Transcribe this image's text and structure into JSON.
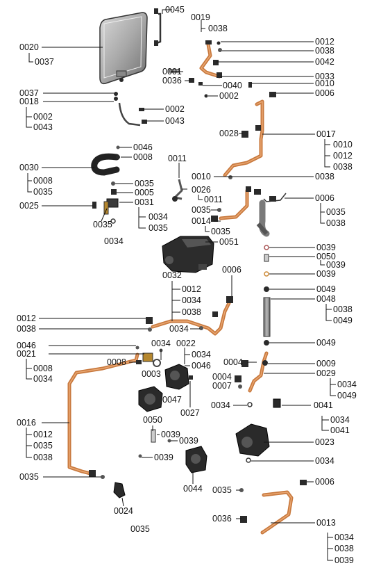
{
  "labels": [
    {
      "id": "l0045a",
      "text": "0045"
    },
    {
      "id": "l0019",
      "text": "0019"
    },
    {
      "id": "l0038a",
      "text": "0038"
    },
    {
      "id": "l0012a",
      "text": "0012"
    },
    {
      "id": "l0038b",
      "text": "0038"
    },
    {
      "id": "l0042",
      "text": "0042"
    },
    {
      "id": "l0033",
      "text": "0033"
    },
    {
      "id": "l0010a",
      "text": "0010"
    },
    {
      "id": "l0006a",
      "text": "0006"
    },
    {
      "id": "l0020",
      "text": "0020"
    },
    {
      "id": "l0037a",
      "text": "0037"
    },
    {
      "id": "l0001",
      "text": "0001"
    },
    {
      "id": "l0036a",
      "text": "0036"
    },
    {
      "id": "l0040",
      "text": "0040"
    },
    {
      "id": "l0002a",
      "text": "0002"
    },
    {
      "id": "l0037b",
      "text": "0037"
    },
    {
      "id": "l0018",
      "text": "0018"
    },
    {
      "id": "l0002b",
      "text": "0002"
    },
    {
      "id": "l0043a",
      "text": "0043"
    },
    {
      "id": "l0002c",
      "text": "0002"
    },
    {
      "id": "l0043b",
      "text": "0043"
    },
    {
      "id": "l0028",
      "text": "0028"
    },
    {
      "id": "l0017",
      "text": "0017"
    },
    {
      "id": "l0010b",
      "text": "0010"
    },
    {
      "id": "l0012b",
      "text": "0012"
    },
    {
      "id": "l0038c",
      "text": "0038"
    },
    {
      "id": "l0046a",
      "text": "0046"
    },
    {
      "id": "l0008a",
      "text": "0008"
    },
    {
      "id": "l0030",
      "text": "0030"
    },
    {
      "id": "l0011a",
      "text": "0011"
    },
    {
      "id": "l0008b",
      "text": "0008"
    },
    {
      "id": "l0035a",
      "text": "0035"
    },
    {
      "id": "l0010c",
      "text": "0010"
    },
    {
      "id": "l0038d",
      "text": "0038"
    },
    {
      "id": "l0035b",
      "text": "0035"
    },
    {
      "id": "l0005",
      "text": "0005"
    },
    {
      "id": "l0026",
      "text": "0026"
    },
    {
      "id": "l0011b",
      "text": "0011"
    },
    {
      "id": "l0006b",
      "text": "0006"
    },
    {
      "id": "l0025",
      "text": "0025"
    },
    {
      "id": "l0031",
      "text": "0031"
    },
    {
      "id": "l0035c",
      "text": "0035"
    },
    {
      "id": "l0035d",
      "text": "0035"
    },
    {
      "id": "l0038e",
      "text": "0038"
    },
    {
      "id": "l0035e",
      "text": "0035"
    },
    {
      "id": "l0034a",
      "text": "0034"
    },
    {
      "id": "l0014",
      "text": "0014"
    },
    {
      "id": "l0035f",
      "text": "0035"
    },
    {
      "id": "l0035g",
      "text": "0035"
    },
    {
      "id": "l0034b",
      "text": "0034"
    },
    {
      "id": "l0051",
      "text": "0051"
    },
    {
      "id": "l0039a",
      "text": "0039"
    },
    {
      "id": "l0050a",
      "text": "0050"
    },
    {
      "id": "l0039b",
      "text": "0039"
    },
    {
      "id": "l0006c",
      "text": "0006"
    },
    {
      "id": "l0039c",
      "text": "0039"
    },
    {
      "id": "l0032",
      "text": "0032"
    },
    {
      "id": "l0012c",
      "text": "0012"
    },
    {
      "id": "l0049a",
      "text": "0049"
    },
    {
      "id": "l0034c",
      "text": "0034"
    },
    {
      "id": "l0048",
      "text": "0048"
    },
    {
      "id": "l0038f",
      "text": "0038"
    },
    {
      "id": "l0038g",
      "text": "0038"
    },
    {
      "id": "l0012d",
      "text": "0012"
    },
    {
      "id": "l0049b",
      "text": "0049"
    },
    {
      "id": "l0038h",
      "text": "0038"
    },
    {
      "id": "l0034d",
      "text": "0034"
    },
    {
      "id": "l0034e",
      "text": "0034"
    },
    {
      "id": "l0022",
      "text": "0022"
    },
    {
      "id": "l0049c",
      "text": "0049"
    },
    {
      "id": "l0046b",
      "text": "0046"
    },
    {
      "id": "l0021",
      "text": "0021"
    },
    {
      "id": "l0034f",
      "text": "0034"
    },
    {
      "id": "l0008c",
      "text": "0008"
    },
    {
      "id": "l0046c",
      "text": "0046"
    },
    {
      "id": "l0004a",
      "text": "0004"
    },
    {
      "id": "l0009",
      "text": "0009"
    },
    {
      "id": "l0003",
      "text": "0003"
    },
    {
      "id": "l0008d",
      "text": "0008"
    },
    {
      "id": "l0029",
      "text": "0029"
    },
    {
      "id": "l0004b",
      "text": "0004"
    },
    {
      "id": "l0034g",
      "text": "0034"
    },
    {
      "id": "l0034h",
      "text": "0034"
    },
    {
      "id": "l0007",
      "text": "0007"
    },
    {
      "id": "l0049d",
      "text": "0049"
    },
    {
      "id": "l0047",
      "text": "0047"
    },
    {
      "id": "l0027",
      "text": "0027"
    },
    {
      "id": "l0034i",
      "text": "0034"
    },
    {
      "id": "l0041a",
      "text": "0041"
    },
    {
      "id": "l0050b",
      "text": "0050"
    },
    {
      "id": "l0034j",
      "text": "0034"
    },
    {
      "id": "l0016",
      "text": "0016"
    },
    {
      "id": "l0041b",
      "text": "0041"
    },
    {
      "id": "l0039d",
      "text": "0039"
    },
    {
      "id": "l0012e",
      "text": "0012"
    },
    {
      "id": "l0039e",
      "text": "0039"
    },
    {
      "id": "l0023",
      "text": "0023"
    },
    {
      "id": "l0035h",
      "text": "0035"
    },
    {
      "id": "l0038i",
      "text": "0038"
    },
    {
      "id": "l0039f",
      "text": "0039"
    },
    {
      "id": "l0034k",
      "text": "0034"
    },
    {
      "id": "l0035i",
      "text": "0035"
    },
    {
      "id": "l0006d",
      "text": "0006"
    },
    {
      "id": "l0044",
      "text": "0044"
    },
    {
      "id": "l0035j",
      "text": "0035"
    },
    {
      "id": "l0024",
      "text": "0024"
    },
    {
      "id": "l0036b",
      "text": "0036"
    },
    {
      "id": "l0013",
      "text": "0013"
    },
    {
      "id": "l0035k",
      "text": "0035"
    },
    {
      "id": "l0034l",
      "text": "0034"
    },
    {
      "id": "l0038j",
      "text": "0038"
    },
    {
      "id": "l0039g",
      "text": "0039"
    }
  ]
}
